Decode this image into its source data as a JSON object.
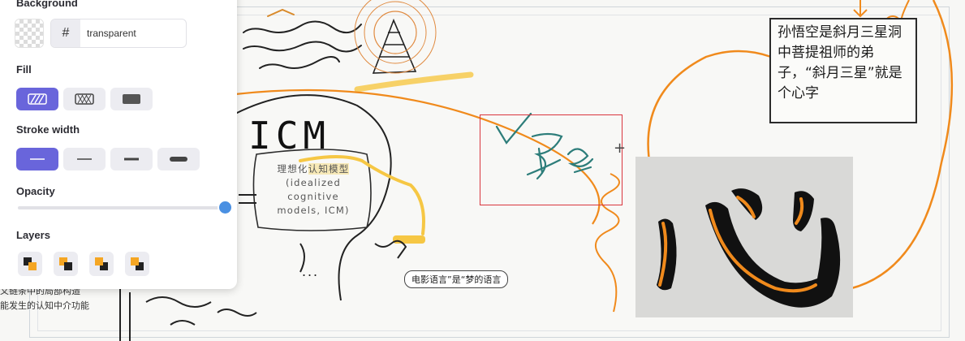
{
  "panel": {
    "background_label": "Background",
    "hex_symbol": "#",
    "background_value": "transparent",
    "fill_label": "Fill",
    "stroke_width_label": "Stroke width",
    "opacity_label": "Opacity",
    "opacity_value": 1.0,
    "layers_label": "Layers",
    "fill_options": [
      "hachure-fill-icon",
      "cross-hatch-fill-icon",
      "solid-fill-icon"
    ],
    "fill_selected": 0,
    "stroke_options": [
      "stroke-thin-icon",
      "stroke-bold-icon",
      "stroke-extra-bold-icon",
      "stroke-rounded-icon"
    ],
    "stroke_selected": 0,
    "layer_options": [
      "send-to-back-icon",
      "send-backward-icon",
      "bring-forward-icon",
      "bring-to-front-icon"
    ],
    "accent_color": "#6965db"
  },
  "canvas": {
    "icm_title": "ICM",
    "icm_caption_line1_pre": "理想化",
    "icm_caption_line1_hl": "认知模型",
    "icm_caption_line1_post": "",
    "icm_caption_line2": "(idealized",
    "icm_caption_line3": "cognitive",
    "icm_caption_line4": "models, ICM)",
    "ellipsis": "...",
    "note_text": "孙悟空是斜月三星洞中菩提祖师的弟子，“斜月三星”就是个心字",
    "pill_text": "电影语言”是“梦的语言",
    "side_note_line1": "义链条中的局部构造",
    "side_note_line2": "能发生的认知中介功能",
    "big_char": "心",
    "ink_color": "#f08a1c",
    "highlight_color": "#f6c744",
    "selection_color": "#d9363e"
  }
}
